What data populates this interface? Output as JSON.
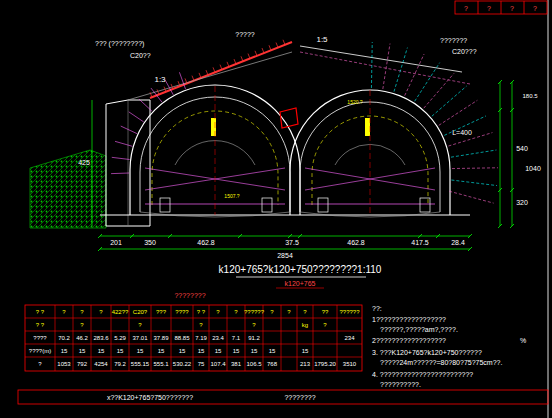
{
  "diagram": {
    "labels": [
      "??? (????????)",
      "C20??",
      "?????",
      "1:3",
      "1:5",
      "???????",
      "C20???",
      "425",
      "180.5",
      "540",
      "1040",
      "320",
      "L=400",
      "201",
      "350",
      "462.8",
      "37.5",
      "462.8",
      "417.5",
      "28.4",
      "2854",
      "k120+765?k120+750????????1:110",
      "k120+765",
      "????????",
      "1520.?",
      "1507.?",
      "? ?",
      "?",
      "?",
      "?",
      "422??",
      "C20?",
      "???",
      "????",
      "? ?",
      "?",
      "?",
      "??????",
      "?",
      "?",
      "?",
      "??",
      "??????",
      "? ?",
      "?",
      "?",
      "?",
      "?",
      "kg",
      "?",
      "????",
      "70.2",
      "46.2",
      "283.6",
      "5.29",
      "37.01",
      "37.89",
      "88.85",
      "7.19",
      "23.4",
      "7.1",
      "91.2",
      "234",
      "????(m)",
      "15",
      "15",
      "15",
      "15",
      "15",
      "15",
      "15",
      "15",
      "15",
      "15",
      "15",
      "15",
      "15",
      "?",
      "1053",
      "792",
      "4254",
      "79.2",
      "555.15",
      "555.1",
      "530.22",
      "75",
      "107.4",
      "381",
      "106.5",
      "768",
      "213",
      "1795.20",
      "3510",
      "x??K120+765?750???????",
      "????????",
      "??:",
      "1??????????????????",
      "??????,?????am?,????.",
      "2??????????????????",
      "%",
      "3. ???K120+765?k120+750??????",
      "?????24m??????=80?80?75?75cm??.",
      "4. ????????????????????????",
      "??????????.",
      "?",
      "?",
      "?",
      "?"
    ]
  }
}
